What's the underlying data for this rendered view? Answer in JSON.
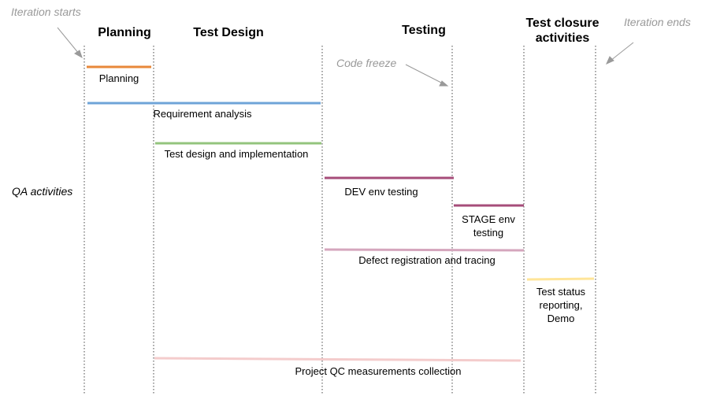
{
  "annotations": {
    "iteration_starts": "Iteration starts",
    "iteration_ends": "Iteration ends",
    "code_freeze": "Code freeze",
    "qa_activities": "QA activities"
  },
  "phases": {
    "planning": "Planning",
    "test_design": "Test Design",
    "testing": "Testing",
    "test_closure_line1": "Test closure",
    "test_closure_line2": "activities"
  },
  "activities": {
    "planning": {
      "label": "Planning",
      "color": "#e8883a"
    },
    "requirement_analysis": {
      "label": "Requirement analysis",
      "color": "#6fa4d8"
    },
    "test_design_impl": {
      "label": "Test design and implementation",
      "color": "#93c47d"
    },
    "dev_env_testing": {
      "label": "DEV env testing",
      "color": "#a64d79"
    },
    "stage_env_testing": {
      "label": "STAGE env testing",
      "color": "#a64d79"
    },
    "defect_registration": {
      "label": "Defect registration and tracing",
      "color": "#d5a6bd"
    },
    "test_status_reporting": {
      "label": "Test status reporting, Demo",
      "color": "#ffe599"
    },
    "project_qc": {
      "label": "Project QC measurements collection",
      "color": "#f4cccc"
    }
  }
}
